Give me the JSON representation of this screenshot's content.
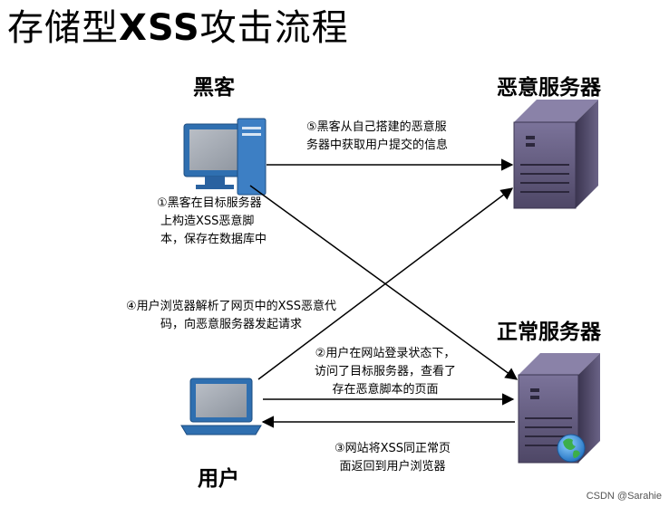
{
  "title": {
    "prefix": "存储型",
    "xss": "XSS",
    "suffix": "攻击流程"
  },
  "nodes": {
    "hacker": "黑客",
    "malicious_server": "恶意服务器",
    "normal_server": "正常服务器",
    "user": "用户"
  },
  "steps": {
    "step1": [
      "①黑客在目标服务器",
      "上构造XSS恶意脚",
      "本，保存在数据库中"
    ],
    "step2": [
      "②用户在网站登录状态下，",
      "访问了目标服务器，查看了",
      "存在恶意脚本的页面"
    ],
    "step3": [
      "③网站将XSS同正常页",
      "面返回到用户浏览器"
    ],
    "step4": [
      "④用户浏览器解析了网页中的XSS恶意代",
      "码，向恶意服务器发起请求"
    ],
    "step5": [
      "⑤黑客从自己搭建的恶意服",
      "务器中获取用户提交的信息"
    ]
  },
  "watermark": "CSDN @Sarahie",
  "colors": {
    "arrow": "#000000",
    "monitor_body": "#2f6fb0",
    "screen": "#9fa6b0",
    "server_body": "#5b5474"
  }
}
